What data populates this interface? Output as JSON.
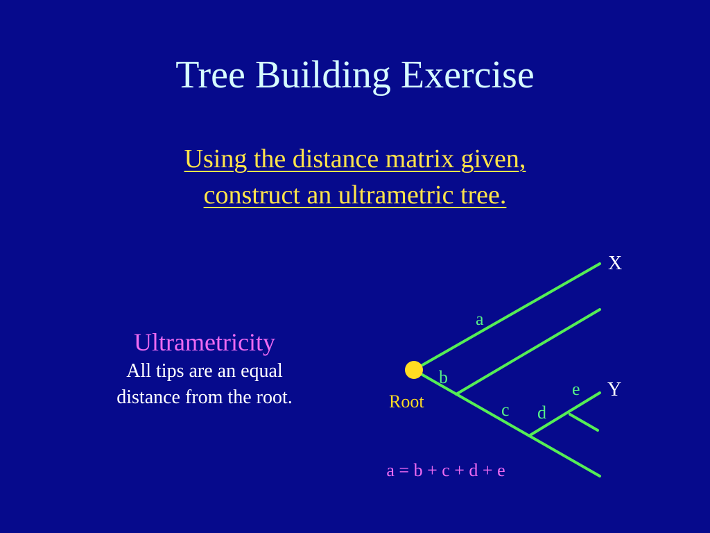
{
  "slide": {
    "title": "Tree Building Exercise",
    "subtitle_line1": "Using the distance matrix given,",
    "subtitle_line2": "construct an ultrametric tree."
  },
  "note": {
    "heading": "Ultrametricity",
    "body_line1": "All tips are an equal",
    "body_line2": "distance from the root."
  },
  "diagram": {
    "tip_x_label": "X",
    "tip_y_label": "Y",
    "root_label": "Root",
    "branch_a": "a",
    "branch_b": "b",
    "branch_c": "c",
    "branch_d": "d",
    "branch_e": "e",
    "equation": "a = b + c + d + e"
  },
  "colors": {
    "background": "#060a8c",
    "title": "#d6fbff",
    "subtitle": "#ffe44a",
    "heading": "#ee6bf2",
    "branch": "#55ee55",
    "root_node": "#ffdd22",
    "branch_label": "#55ee88"
  }
}
